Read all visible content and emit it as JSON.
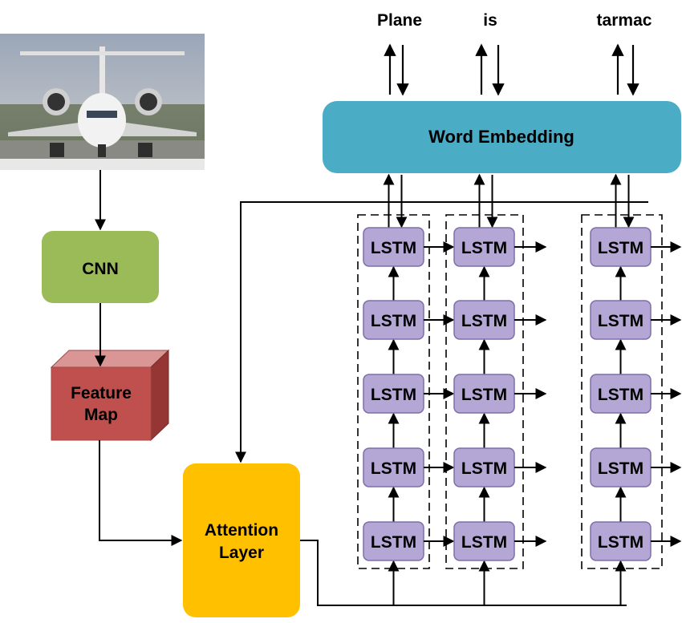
{
  "output_words": [
    "Plane",
    "is",
    "tarmac"
  ],
  "embedding_label": "Word Embedding",
  "cnn_label": "CNN",
  "feature_map_label": [
    "Feature",
    "Map"
  ],
  "attention_label": [
    "Attention",
    "Layer"
  ],
  "lstm_label": "LSTM",
  "lstm_columns": 3,
  "lstm_rows": 5,
  "colors": {
    "embedding_fill": "#4bacc6",
    "cnn_fill": "#9bbb59",
    "feature_map_front": "#c0504d",
    "feature_map_top": "#d99694",
    "feature_map_side": "#963634",
    "attention_fill": "#ffc000",
    "lstm_fill": "#b4a7d6",
    "lstm_stroke": "#7f6fa8",
    "line": "#000000"
  },
  "image": {
    "subject": "airplane-photo"
  }
}
